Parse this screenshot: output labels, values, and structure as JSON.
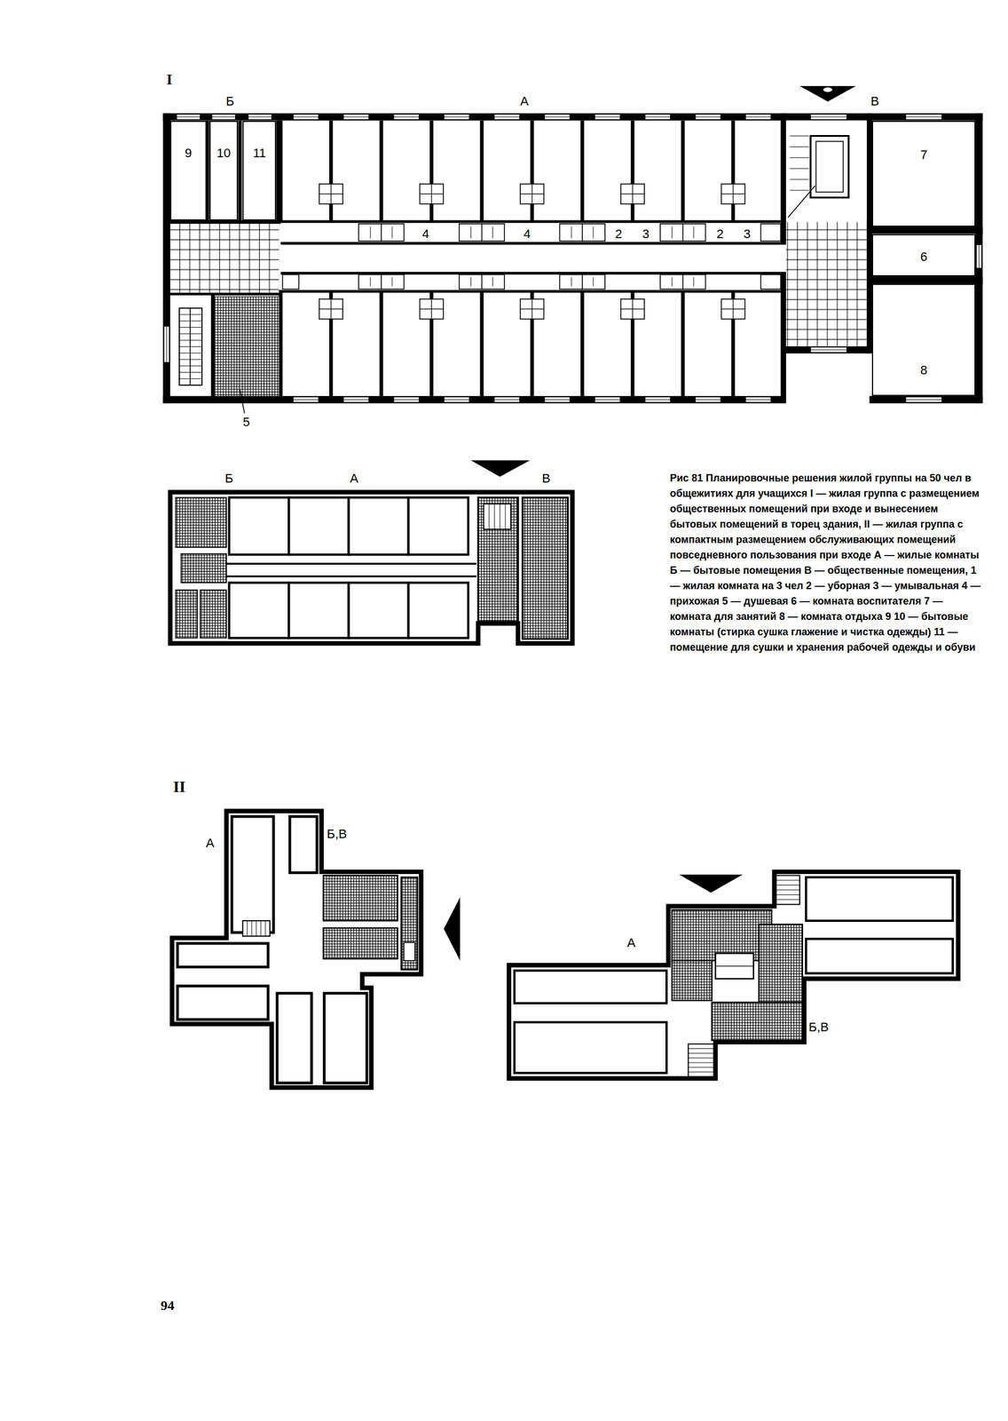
{
  "diagram": {
    "caption": "Рис 81 Планировочные решения жилой группы на 50 чел в общежитиях для учащихся I — жилая группа с размещением общественных помещений при входе и вынесением бытовых помещений в торец здания, II — жилая группа с компактным размещением обслуживающих помещений повседневного пользования при входе А — жилые комнаты Б — бытовые помещения В — общественные помещения, 1 — жилая комната на 3 чел 2 — уборная 3 — умывальная 4 — прихожая 5 — душевая 6 — комната воспитателя 7 — комната для занятий 8 — комната отдыха 9 10 — бытовые комнаты (стирка сушка глажение и чистка одежды) 11 — помещение для сушки и хранения рабочей одежды и обуви",
    "nodes": [
      {
        "text": [
          "9"
        ]
      },
      {
        "text": [
          "10"
        ]
      },
      {
        "text": [
          "11"
        ]
      },
      {
        "text": [
          "7"
        ]
      },
      {
        "text": [
          "6"
        ]
      },
      {
        "text": [
          "8"
        ]
      }
    ],
    "labels": [
      "I",
      "Б",
      "А",
      "В",
      "4",
      "4",
      "2",
      "3",
      "2",
      "3",
      "5",
      "Б",
      "А",
      "В",
      "II",
      "А",
      "Б,В",
      "А",
      "Б,В",
      "94"
    ]
  }
}
